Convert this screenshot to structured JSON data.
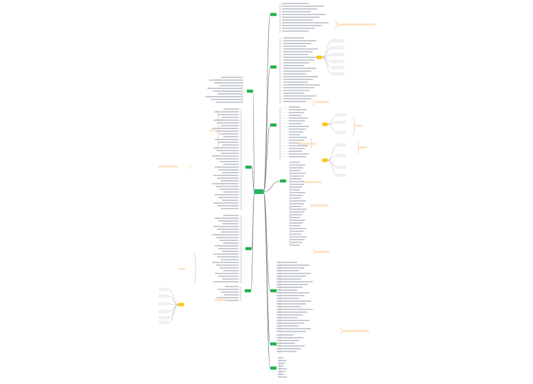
{
  "title": "",
  "colors": {
    "root": "#1fb85a",
    "branch": "#22b14c",
    "edge": "#7a7a7a",
    "highlight": "#f39c12",
    "callout_fill": "#ffc40a",
    "note_line": "#f6a15d",
    "leaf_box": "#eef1f6"
  },
  "mindmap": {
    "root_label": "",
    "branches": [
      {
        "name": "b1",
        "label": ""
      },
      {
        "name": "b2",
        "label": ""
      },
      {
        "name": "b3",
        "label": ""
      },
      {
        "name": "b4",
        "label": ""
      },
      {
        "name": "b5",
        "label": ""
      },
      {
        "name": "b6",
        "label": ""
      },
      {
        "name": "b7",
        "label": ""
      },
      {
        "name": "b8",
        "label": ""
      },
      {
        "name": "b9",
        "label": ""
      },
      {
        "name": "b10",
        "label": ""
      },
      {
        "name": "b11",
        "label": ""
      },
      {
        "name": "b12",
        "label": ""
      }
    ]
  }
}
